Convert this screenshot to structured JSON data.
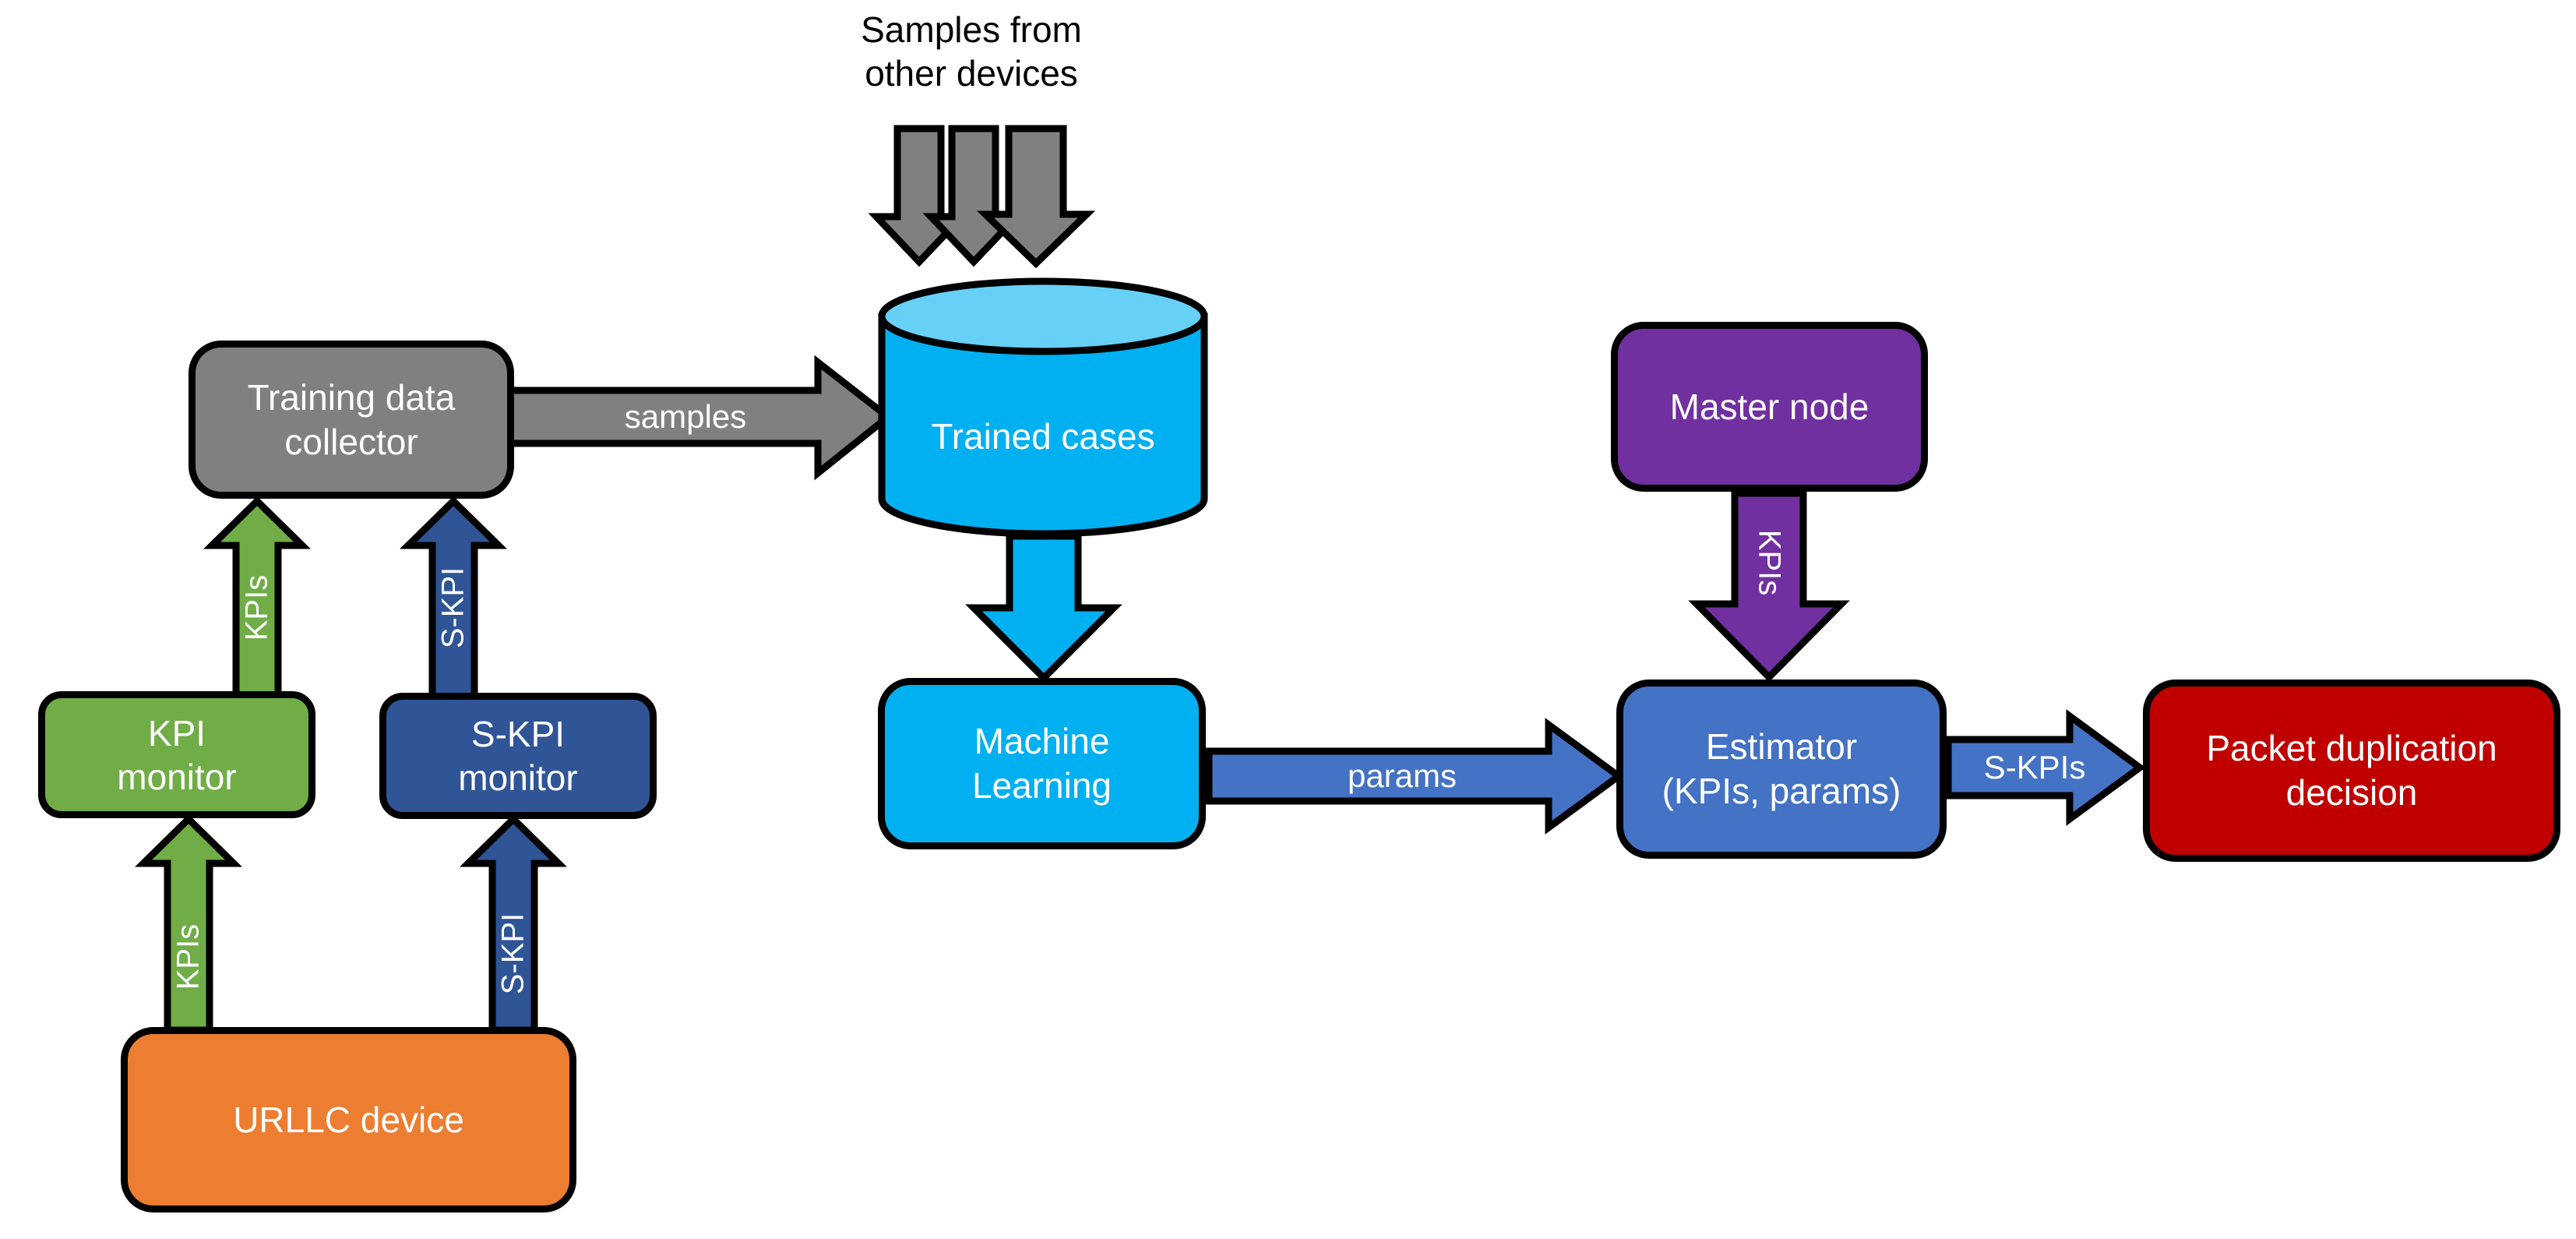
{
  "annotation": {
    "line1": "Samples from",
    "line2": "other devices"
  },
  "nodes": {
    "training_data_collector": {
      "line1": "Training data",
      "line2": "collector",
      "color": "#808080"
    },
    "trained_cases": {
      "label": "Trained cases",
      "color": "#00B0F0",
      "top_color": "#66D0F6"
    },
    "machine_learning": {
      "line1": "Machine",
      "line2": "Learning",
      "color": "#00B0F0"
    },
    "master_node": {
      "label": "Master node",
      "color": "#7030A0"
    },
    "estimator": {
      "line1": "Estimator",
      "line2": "(KPIs, params)",
      "color": "#4472C4"
    },
    "packet_duplication_decision": {
      "line1": "Packet duplication",
      "line2": "decision",
      "color": "#C00000"
    },
    "kpi_monitor": {
      "line1": "KPI",
      "line2": "monitor",
      "color": "#70AD47"
    },
    "skpi_monitor": {
      "line1": "S-KPI",
      "line2": "monitor",
      "color": "#2F5597"
    },
    "urllc_device": {
      "label": "URLLC device",
      "color": "#ED7D31"
    }
  },
  "edges": {
    "other_devices_in": {
      "color": "#808080"
    },
    "samples": {
      "label": "samples",
      "color": "#808080"
    },
    "cases_to_ml": {
      "color": "#00B0F0"
    },
    "params": {
      "label": "params",
      "color": "#4472C4"
    },
    "s_kpis": {
      "label": "S-KPIs",
      "color": "#4472C4"
    },
    "kpis_master": {
      "label": "KPIs",
      "color": "#7030A0"
    },
    "kpis_device_to_monitor": {
      "label": "KPIs",
      "color": "#70AD47"
    },
    "kpis_monitor_to_collector": {
      "label": "KPIs",
      "color": "#70AD47"
    },
    "skpi_device_to_monitor": {
      "label": "S-KPI",
      "color": "#2F5597"
    },
    "skpi_monitor_to_collector": {
      "label": "S-KPI",
      "color": "#2F5597"
    }
  },
  "stroke_color": "#000000",
  "background_color": "#ffffff"
}
